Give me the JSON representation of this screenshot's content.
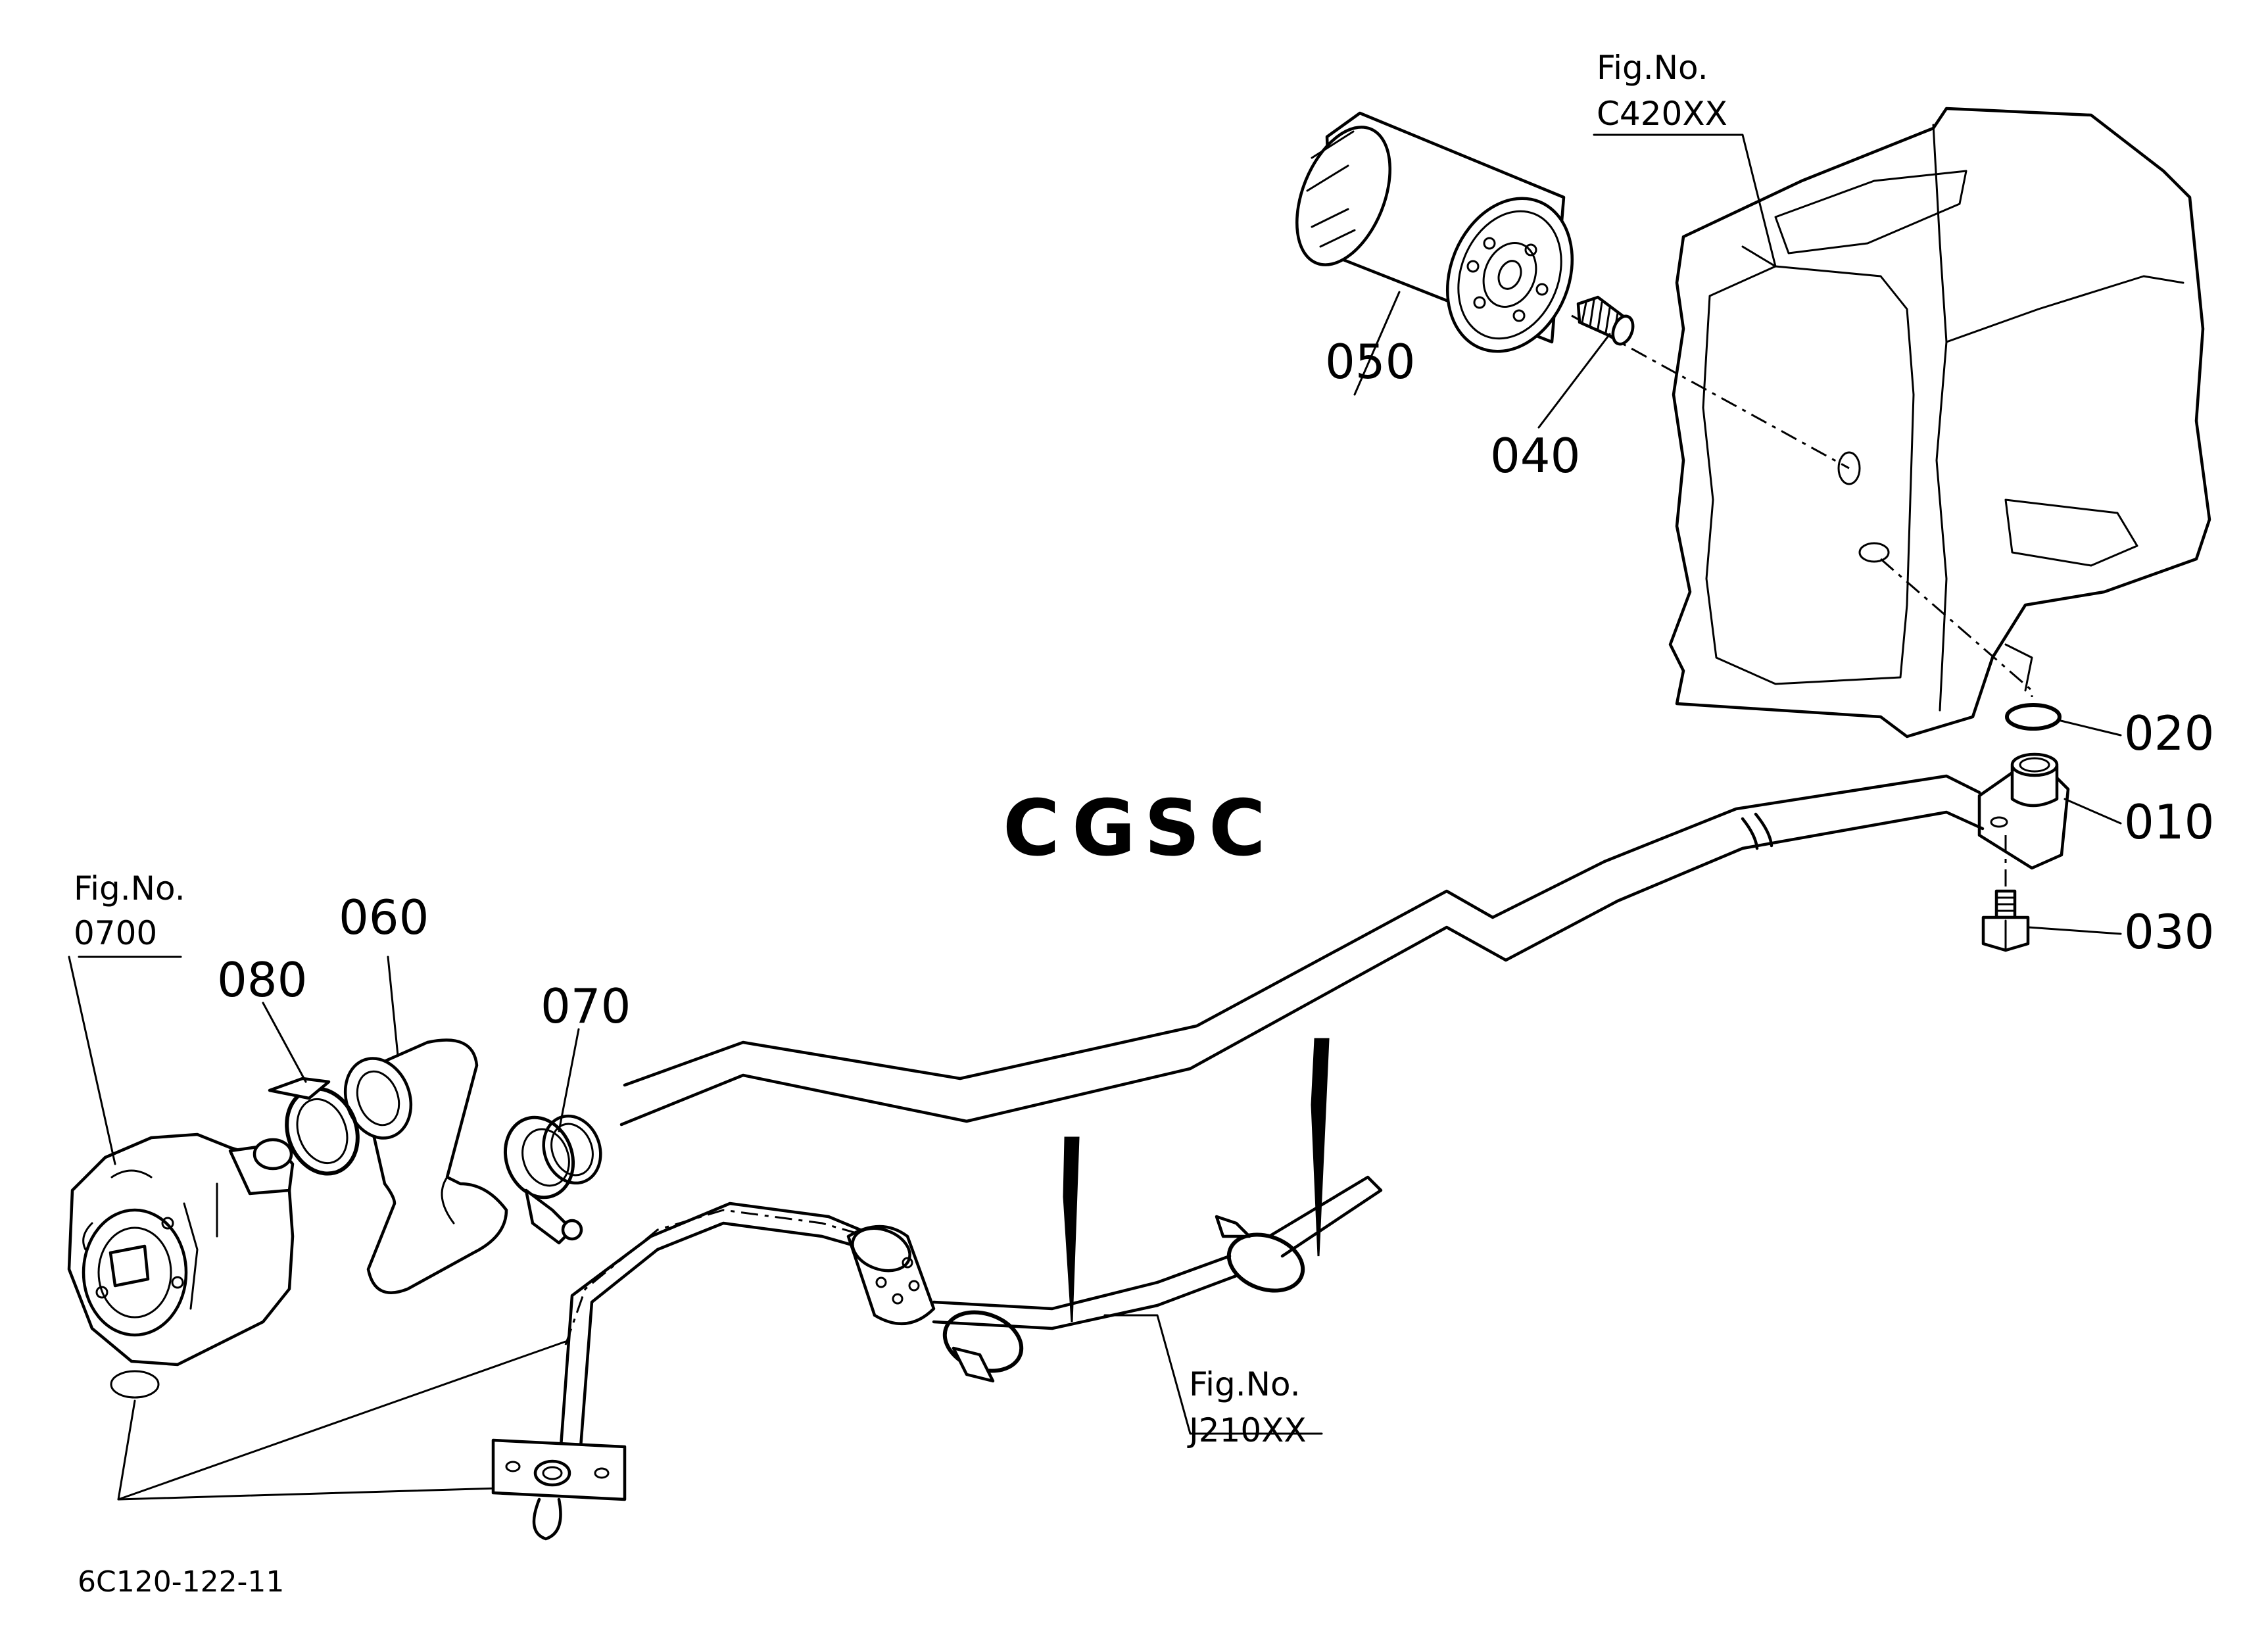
{
  "diagram_code": "6C120-122-11",
  "watermark": {
    "text": "CGSC",
    "colors": [
      "#6fa8ef",
      "#f08c8c",
      "#f5cf5e",
      "#7cc7a2"
    ]
  },
  "figure_refs": [
    {
      "id": "c420",
      "line1": "Fig.No.",
      "line2": "C420XX"
    },
    {
      "id": "0700",
      "line1": "Fig.No.",
      "line2": "0700"
    },
    {
      "id": "j210",
      "line1": "Fig.No.",
      "line2": "J210XX"
    }
  ],
  "parts": [
    {
      "ref": "010",
      "name": "pipe-flange"
    },
    {
      "ref": "020",
      "name": "o-ring"
    },
    {
      "ref": "030",
      "name": "bolt"
    },
    {
      "ref": "040",
      "name": "joint-screw"
    },
    {
      "ref": "050",
      "name": "oil-filter-cartridge"
    },
    {
      "ref": "060",
      "name": "hose"
    },
    {
      "ref": "070",
      "name": "hose-clamp"
    },
    {
      "ref": "080",
      "name": "hose-clamp"
    }
  ]
}
